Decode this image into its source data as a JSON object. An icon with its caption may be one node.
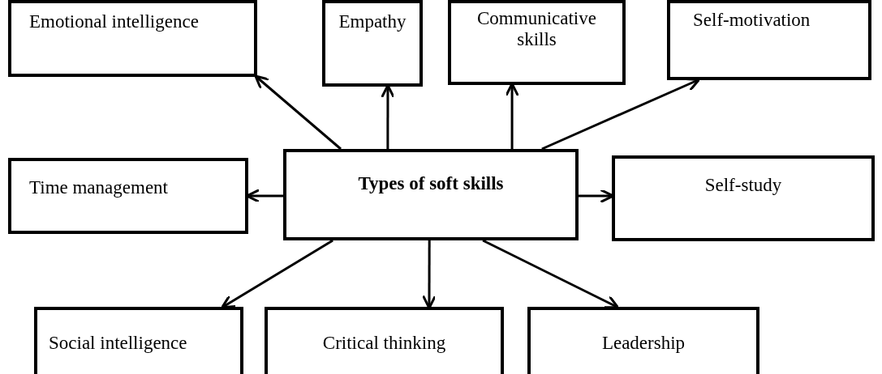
{
  "diagram": {
    "nodes": [
      {
        "text": [
          "Emotional intelligence"
        ]
      },
      {
        "text": [
          "Empathy"
        ]
      },
      {
        "text": [
          "Communicative skills"
        ]
      },
      {
        "text": [
          "Self-motivation"
        ]
      },
      {
        "text": [
          "Time management"
        ]
      },
      {
        "text": [
          "Types of soft skills"
        ]
      },
      {
        "text": [
          "Self-study"
        ]
      },
      {
        "text": [
          "Social intelligence"
        ]
      },
      {
        "text": [
          "Critical thinking"
        ]
      },
      {
        "text": [
          "Leadership"
        ]
      }
    ],
    "edges": [
      {
        "from": 5,
        "to": 0,
        "arrow": "to"
      },
      {
        "from": 5,
        "to": 1,
        "arrow": "to"
      },
      {
        "from": 5,
        "to": 2,
        "arrow": "to"
      },
      {
        "from": 5,
        "to": 3,
        "arrow": "to"
      },
      {
        "from": 5,
        "to": 4,
        "arrow": "to"
      },
      {
        "from": 5,
        "to": 6,
        "arrow": "to"
      },
      {
        "from": 5,
        "to": 7,
        "arrow": "to"
      },
      {
        "from": 5,
        "to": 8,
        "arrow": "to"
      },
      {
        "from": 5,
        "to": 9,
        "arrow": "to"
      }
    ]
  }
}
